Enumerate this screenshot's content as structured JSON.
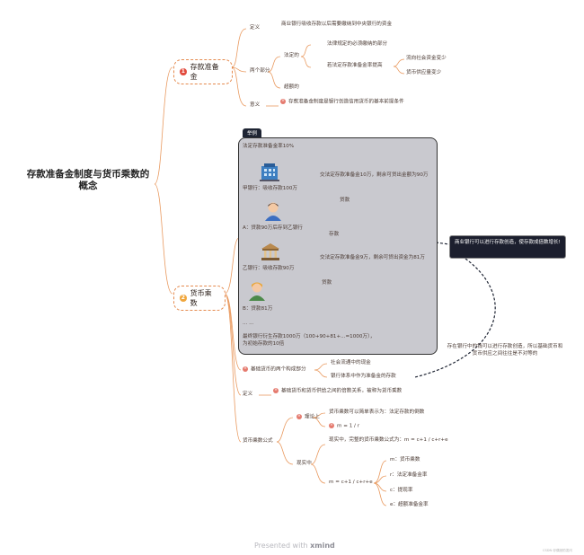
{
  "title": "存款准备金制度与货币乘数的概念",
  "branch1": {
    "number": "1",
    "label": "存款准备金",
    "definition_label": "定义",
    "definition_text": "商业银行吸收存款以后需要缴纳到中央银行的资金",
    "parts_label": "两个部分",
    "statutory_label": "法定的",
    "statutory_a": "法律规定的必须缴纳的部分",
    "statutory_b": "若法定存款准备金率提高",
    "effect_a": "流向社会资金变少",
    "effect_b": "货币供应量变少",
    "excess_label": "超额的",
    "meaning_label": "意义",
    "meaning_text": "存款准备金制度是银行创造信用货币的基本前提条件"
  },
  "example": {
    "tag": "举例",
    "rate": "法定存款准备金率10%",
    "bank_a": "甲银行：吸收存款100万",
    "bank_a_note": "交法定存款准备金10万，剩余可贷出金额为90万",
    "loan1": "贷款",
    "person_a": "A：贷款90万后存到乙银行",
    "deposit": "存款",
    "bank_b": "乙银行：吸收存款90万",
    "bank_b_note": "交法定存款准备金9万，剩余可贷出资金为81万",
    "loan2": "贷款",
    "person_b": "B：贷款81万",
    "ellipsis": "... ...",
    "final": "最终银行衍生存款1000万（100+90+81+...=1000万），为初始存款的10倍"
  },
  "note_top": "商业银行可以进行存款创造，使存款成倍数增长!",
  "note_bottom": "存在银行中的钱可以进行存款创造，所以基础货币和货币供应之间往往是不对等的",
  "branch2": {
    "number": "2",
    "label": "货币乘数",
    "base_label": "基础货币的两个构成部分",
    "base_a": "社会流通中的现金",
    "base_b": "银行体系中作为准备金的存款",
    "def_label": "定义",
    "def_text": "基础货币和货币供给之间的倍数关系，被称为货币乘数",
    "formula_label": "货币乘数公式",
    "theory_label": "理论上",
    "theory_text": "货币乘数可以简单表示为：法定存款的倒数",
    "theory_formula": "m = 1 / r",
    "real_label": "现实中",
    "real_text": "现实中，完整的货币乘数公式为：m = c+1 / c+r+e",
    "real_formula": "m = c+1 / c+r+e",
    "vars": [
      "m：货币乘数",
      "r：法定准备金率",
      "c：提现率",
      "e：超额准备金率"
    ]
  },
  "watermark_pre": "Presented with ",
  "watermark_brand": "xmind",
  "copyright": "CSDN @偶然的发问"
}
